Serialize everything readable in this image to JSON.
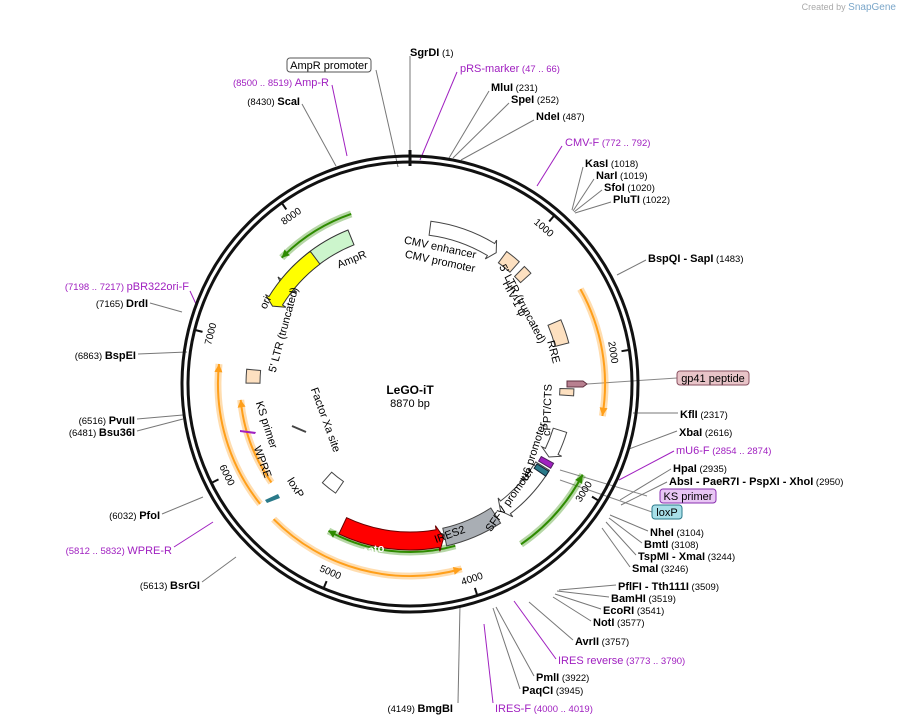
{
  "watermark": {
    "prefix": "Created by",
    "brand": "SnapGene"
  },
  "plasmid": {
    "name": "LeGO-iT",
    "size_label": "8870 bp",
    "length": 8870
  },
  "colors": {
    "backbone": "#111111",
    "primer": "#a020c0",
    "leader": "#777777",
    "amp": "#ccf5cc",
    "ori": "#ffff00",
    "cds_red": "#ff0000",
    "ires": "#a9aeb4",
    "ltr": "#fde0c0",
    "orange": "#ff9f1a",
    "green": "#2e8b00",
    "white": "#ffffff"
  },
  "tick_labels": [
    "1000",
    "2000",
    "3000",
    "4000",
    "5000",
    "6000",
    "7000",
    "8000"
  ],
  "features": [
    {
      "id": "ampr",
      "label": "AmpR",
      "color": "amp"
    },
    {
      "id": "ori",
      "label": "ori",
      "color": "ori"
    },
    {
      "id": "tdtomato",
      "label": "tdTomato",
      "color": "cds_red"
    },
    {
      "id": "ires2",
      "label": "IRES2",
      "color": "ires"
    },
    {
      "id": "cmv",
      "label1": "CMV enhancer",
      "label2": "CMV promoter"
    },
    {
      "id": "ltr5",
      "label": "5' LTR (truncated)"
    },
    {
      "id": "hiv",
      "label": "HIV-1 ψ"
    },
    {
      "id": "rre",
      "label": "RRE"
    },
    {
      "id": "cppt",
      "label": "cPPT/CTS"
    },
    {
      "id": "u6",
      "label": "U6 promoter"
    },
    {
      "id": "sffv",
      "label": "SFFV promoter"
    },
    {
      "id": "loxp_in",
      "label": "loxP"
    },
    {
      "id": "wpre",
      "label": "WPRE"
    },
    {
      "id": "ksprimer_in",
      "label": "KS primer"
    },
    {
      "id": "ltr_left",
      "label": "5' LTR (truncated)"
    },
    {
      "id": "factorxa",
      "label": "Factor Xa site"
    }
  ],
  "tags": [
    {
      "id": "gp41",
      "label": "gp41 peptide",
      "fill": "#e8c4c8",
      "stroke": "#8a5060"
    },
    {
      "id": "ks",
      "label": "KS primer",
      "fill": "#e8c6f4",
      "stroke": "#8a30b0"
    },
    {
      "id": "loxp",
      "label": "loxP",
      "fill": "#a8dfe8",
      "stroke": "#2a7a8a"
    }
  ],
  "labels": [
    {
      "name": "AmpR promoter",
      "num": "",
      "kind": "box"
    },
    {
      "name": "SgrDI",
      "num": "(1)",
      "kind": "site"
    },
    {
      "name": "pRS-marker",
      "num": "(47 .. 66)",
      "kind": "primer"
    },
    {
      "name": "MluI",
      "num": "(231)",
      "kind": "site"
    },
    {
      "name": "SpeI",
      "num": "(252)",
      "kind": "site"
    },
    {
      "name": "NdeI",
      "num": "(487)",
      "kind": "site"
    },
    {
      "name": "CMV-F",
      "num": "(772 .. 792)",
      "kind": "primer"
    },
    {
      "name": "KasI",
      "num": "(1018)",
      "kind": "site"
    },
    {
      "name": "NarI",
      "num": "(1019)",
      "kind": "site"
    },
    {
      "name": "SfoI",
      "num": "(1020)",
      "kind": "site"
    },
    {
      "name": "PluTI",
      "num": "(1022)",
      "kind": "site"
    },
    {
      "name": "BspQI  - SapI",
      "num": "(1483)",
      "kind": "site"
    },
    {
      "name": "KflI",
      "num": "(2317)",
      "kind": "site"
    },
    {
      "name": "XbaI",
      "num": "(2616)",
      "kind": "site"
    },
    {
      "name": "mU6-F",
      "num": "(2854 .. 2874)",
      "kind": "primer"
    },
    {
      "name": "HpaI",
      "num": "(2935)",
      "kind": "site"
    },
    {
      "name": "AbsI  - PaeR7I  - PspXI  - XhoI",
      "num": "(2950)",
      "kind": "site"
    },
    {
      "name": "NheI",
      "num": "(3104)",
      "kind": "site"
    },
    {
      "name": "BmtI",
      "num": "(3108)",
      "kind": "site"
    },
    {
      "name": "TspMI  - XmaI",
      "num": "(3244)",
      "kind": "site"
    },
    {
      "name": "SmaI",
      "num": "(3246)",
      "kind": "site"
    },
    {
      "name": "PflFI  - Tth111I",
      "num": "(3509)",
      "kind": "site"
    },
    {
      "name": "BamHI",
      "num": "(3519)",
      "kind": "site"
    },
    {
      "name": "EcoRI",
      "num": "(3541)",
      "kind": "site"
    },
    {
      "name": "NotI",
      "num": "(3577)",
      "kind": "site"
    },
    {
      "name": "AvrII",
      "num": "(3757)",
      "kind": "site"
    },
    {
      "name": "IRES reverse",
      "num": "(3773 .. 3790)",
      "kind": "primer"
    },
    {
      "name": "PmlI",
      "num": "(3922)",
      "kind": "site"
    },
    {
      "name": "PaqCI",
      "num": "(3945)",
      "kind": "site"
    },
    {
      "name": "IRES-F",
      "num": "(4000 .. 4019)",
      "kind": "primer"
    },
    {
      "name": "BmgBI",
      "num": "(4149)",
      "kind": "site"
    },
    {
      "name": "BsrGI",
      "num": "(5613)",
      "kind": "site"
    },
    {
      "name": "WPRE-R",
      "num": "(5812 .. 5832)",
      "kind": "primer"
    },
    {
      "name": "PfoI",
      "num": "(6032)",
      "kind": "site"
    },
    {
      "name": "Bsu36I",
      "num": "(6481)",
      "kind": "site"
    },
    {
      "name": "PvuII",
      "num": "(6516)",
      "kind": "site"
    },
    {
      "name": "BspEI",
      "num": "(6863)",
      "kind": "site"
    },
    {
      "name": "DrdI",
      "num": "(7165)",
      "kind": "site"
    },
    {
      "name": "pBR322ori-F",
      "num": "(7198 .. 7217)",
      "kind": "primer"
    },
    {
      "name": "ScaI",
      "num": "(8430)",
      "kind": "site"
    },
    {
      "name": "Amp-R",
      "num": "(8500 .. 8519)",
      "kind": "primer"
    }
  ]
}
